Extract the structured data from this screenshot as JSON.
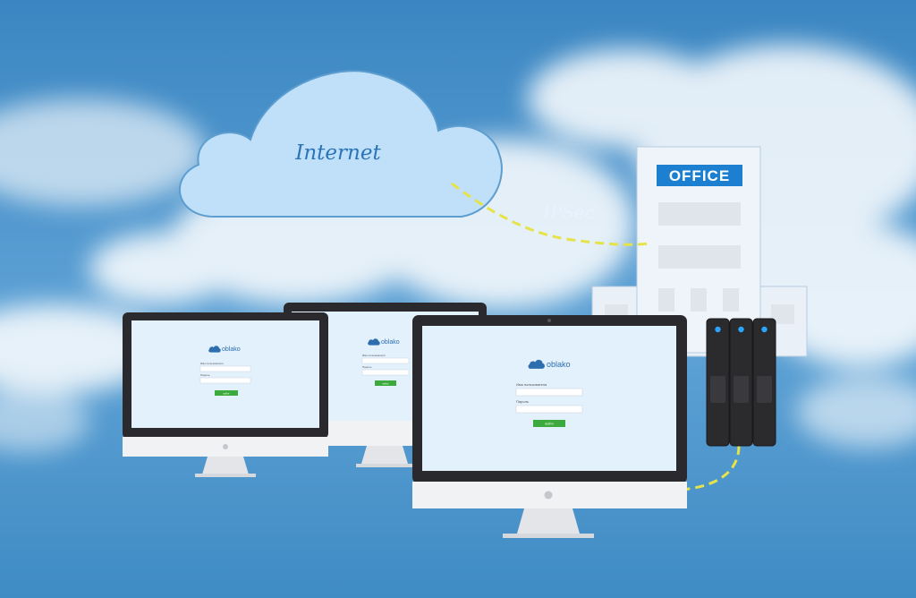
{
  "network": {
    "cloud_label": "Internet",
    "link_label": "IPSec",
    "office_label": "OFFICE"
  },
  "login_screen": {
    "brand": "oblako",
    "field_labels": [
      "Имя пользователя",
      "Пароль"
    ],
    "button_label": "войти"
  },
  "colors": {
    "sky": "#3d8cc6",
    "cloud_fill": "#bfe0f8",
    "office_sign": "#1d7fd0",
    "link_dash": "#e6e34a",
    "login_button": "#3daa3d",
    "server_led": "#2aa4ff"
  }
}
